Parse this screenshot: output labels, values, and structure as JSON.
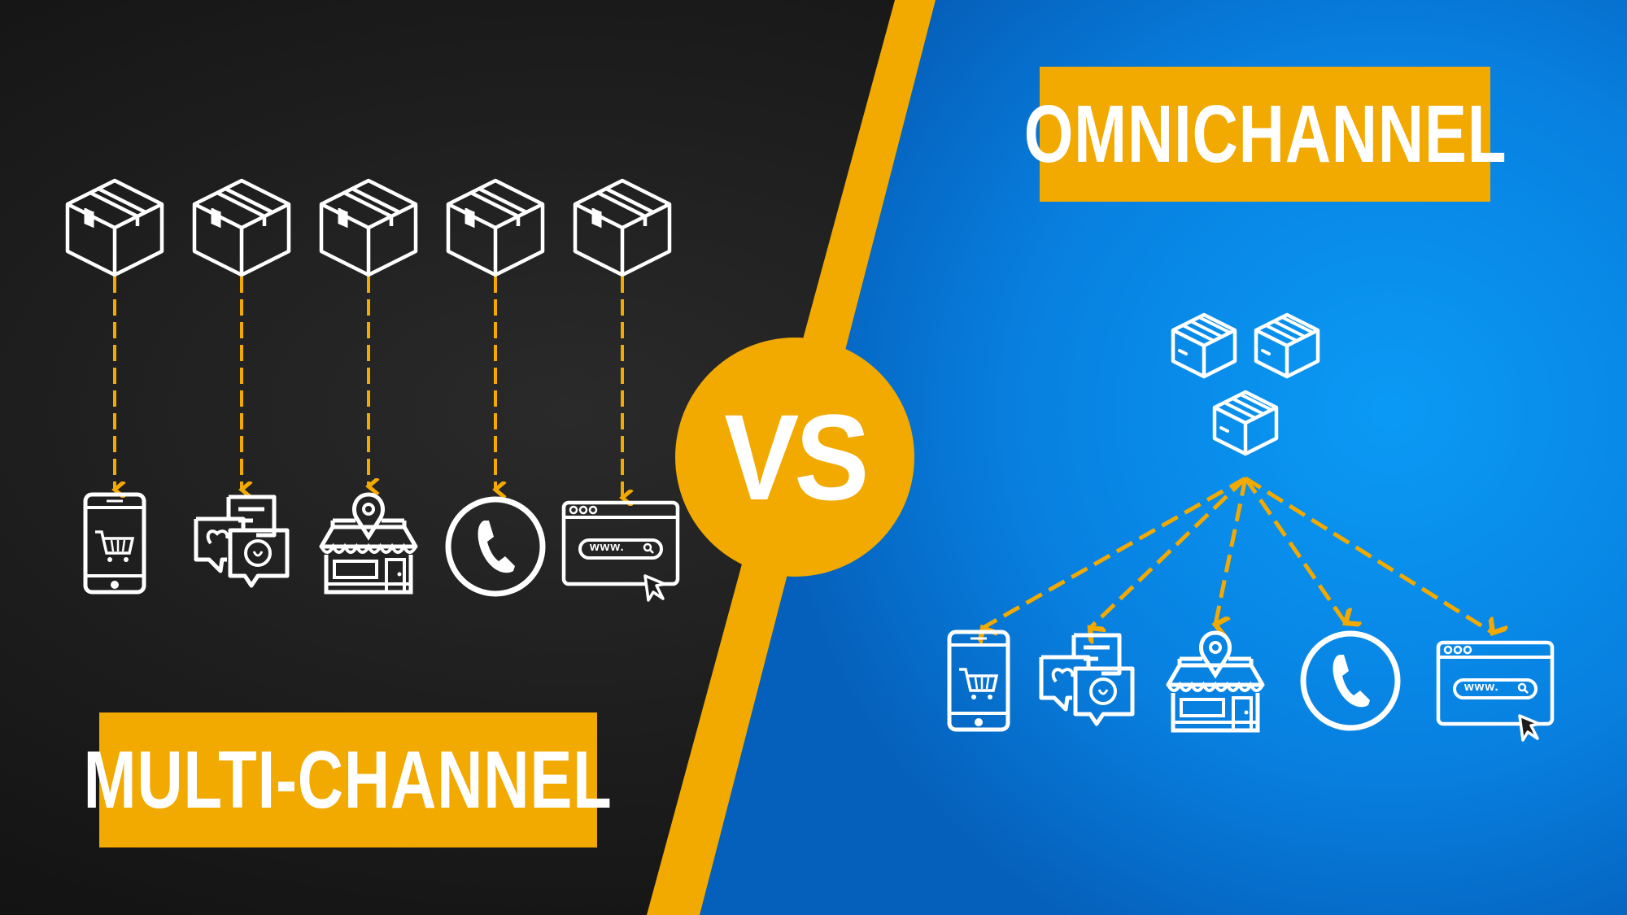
{
  "colors": {
    "accent": "#f2a900",
    "left_background": "#1c1c1c",
    "right_background": "#0a86e6",
    "icon_stroke": "#ffffff"
  },
  "left_panel": {
    "title": "MULTI-CHANNEL",
    "product_icons": [
      "box-icon",
      "box-icon",
      "box-icon",
      "box-icon",
      "box-icon"
    ],
    "channel_icons": [
      "mobile-cart-icon",
      "chat-bubbles-icon",
      "store-location-icon",
      "phone-icon",
      "browser-www-icon"
    ],
    "browser_text": "www."
  },
  "divider": {
    "badge_label": "VS"
  },
  "right_panel": {
    "title": "OMNICHANNEL",
    "product_icon": "stacked-boxes-icon",
    "channel_icons": [
      "mobile-cart-icon",
      "chat-bubbles-icon",
      "store-location-icon",
      "phone-icon",
      "browser-www-icon"
    ],
    "browser_text": "www."
  }
}
